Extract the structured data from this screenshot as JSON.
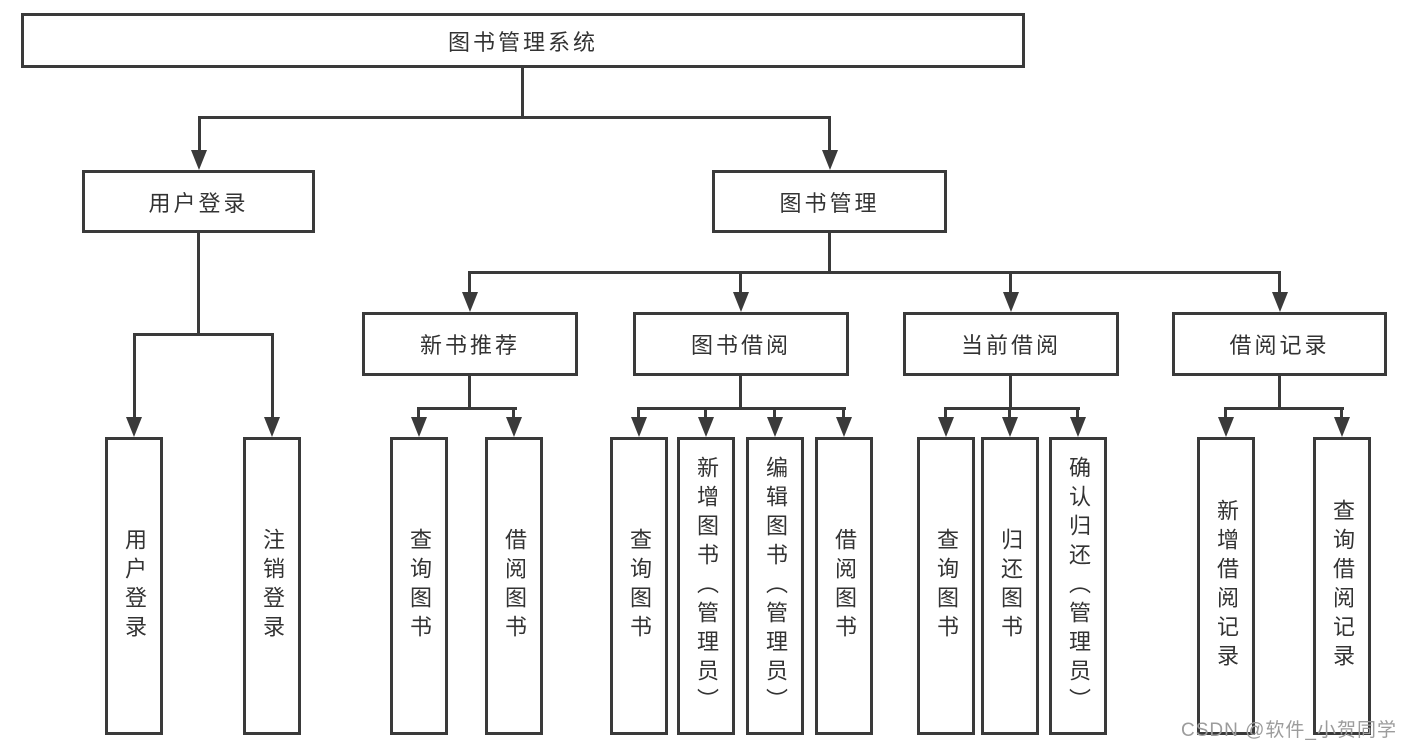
{
  "title": "图书管理系统",
  "watermark": "CSDN @软件_小贺同学",
  "colors": {
    "line": "#3a3a3a",
    "text": "#333333",
    "watermark": "#9c9c9c",
    "background": "#ffffff"
  },
  "tree": {
    "root": "图书管理系统",
    "branches": [
      {
        "label": "用户登录",
        "children": [
          {
            "label": "用户登录"
          },
          {
            "label": "注销登录"
          }
        ]
      },
      {
        "label": "图书管理",
        "children": [
          {
            "label": "新书推荐",
            "children": [
              {
                "label": "查询图书"
              },
              {
                "label": "借阅图书"
              }
            ]
          },
          {
            "label": "图书借阅",
            "children": [
              {
                "label": "查询图书"
              },
              {
                "label": "新增图书（管理员）"
              },
              {
                "label": "编辑图书（管理员）"
              },
              {
                "label": "借阅图书"
              }
            ]
          },
          {
            "label": "当前借阅",
            "children": [
              {
                "label": "查询图书"
              },
              {
                "label": "归还图书"
              },
              {
                "label": "确认归还（管理员）"
              }
            ]
          },
          {
            "label": "借阅记录",
            "children": [
              {
                "label": "新增借阅记录"
              },
              {
                "label": "查询借阅记录"
              }
            ]
          }
        ]
      }
    ]
  }
}
